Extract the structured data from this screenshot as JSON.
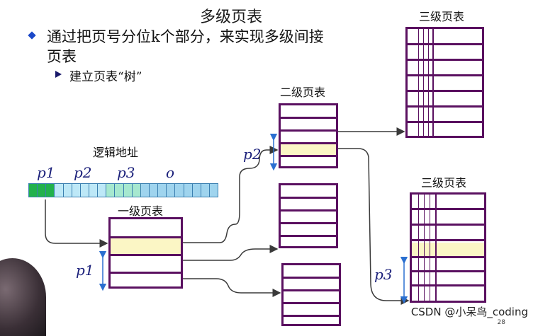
{
  "slide": {
    "title": "多级页表",
    "bullet": "通过把页号分位k个部分，来实现多级间接",
    "bullet_cont": "页表",
    "sub_bullet": "建立页表“树”",
    "page_number": "28"
  },
  "labels": {
    "logical_address": "逻辑地址",
    "level1_table": "一级页表",
    "level2_table": "二级页表",
    "level3_table_top": "三级页表",
    "level3_table_bottom": "三级页表"
  },
  "fields": {
    "p1": "p1",
    "p2": "p2",
    "p3": "p3",
    "o": "o"
  },
  "offsets": {
    "p1": "p1",
    "p2": "p2",
    "p3": "p3"
  },
  "address_cells": [
    "#22b14c",
    "#22b14c",
    "#22b14c",
    "#bde8f7",
    "#bde8f7",
    "#bde8f7",
    "#bde8f7",
    "#bde8f7",
    "#bde8f7",
    "#a6e8cf",
    "#a6e8cf",
    "#a6e8cf",
    "#a6e8cf",
    "#9fd4ee",
    "#9fd4ee",
    "#9fd4ee",
    "#9fd4ee",
    "#9fd4ee",
    "#9fd4ee",
    "#9fd4ee",
    "#9fd4ee",
    "#9fd4ee"
  ],
  "colors": {
    "table_border": "#5a1060",
    "highlight": "#fbf6c5",
    "arrow": "#3a3a3a",
    "bracket": "#2a6fd0"
  },
  "watermark": "CSDN @小呆鸟_coding"
}
